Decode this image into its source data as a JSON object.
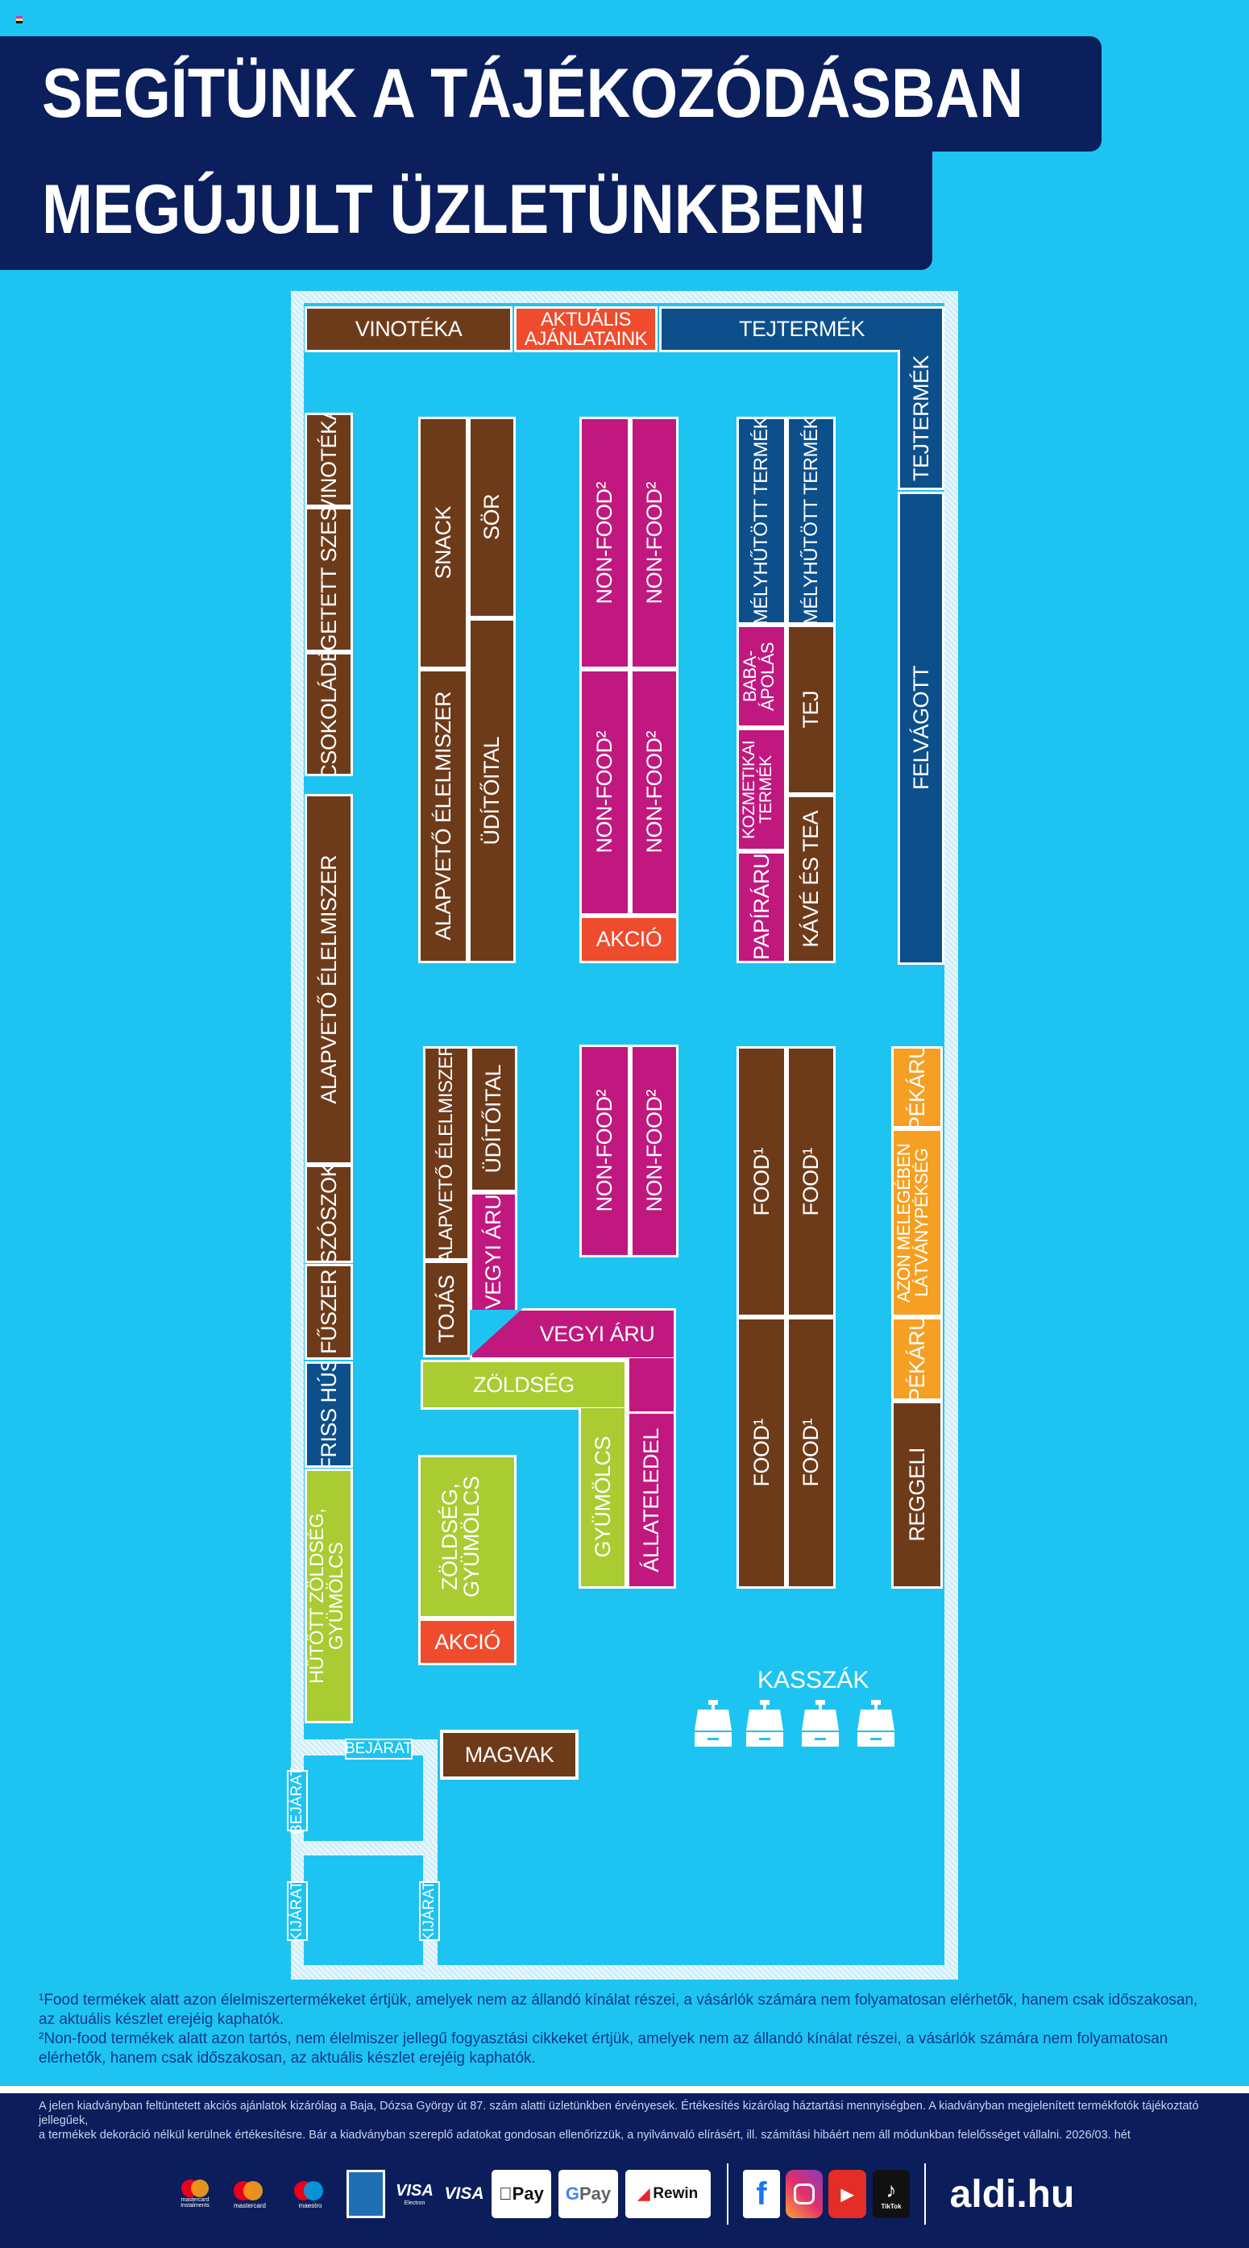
{
  "header": {
    "line1": "SEGÍTÜNK A TÁJÉKOZÓDÁSBAN",
    "line2": "MEGÚJULT ÜZLETÜNKBEN!"
  },
  "colors": {
    "background": "#1ec4f1",
    "navy": "#0a1f5c",
    "brown": "#6e3b1a",
    "magenta": "#c0187f",
    "blue": "#0d4f8b",
    "green": "#a8cc32",
    "orange": "#f5a023",
    "red": "#ef4b2d"
  },
  "map": {
    "top": {
      "vinoteka": "VINOTÉKA",
      "aktualis": "AKTUÁLIS AJÁNLATAINK",
      "tejtermek": "TEJTERMÉK"
    },
    "right": {
      "tejtermek": "TEJTERMÉK",
      "felvagott": "FELVÁGOTT"
    },
    "left": [
      "VINOTÉKA",
      "ÉGETETT SZESZ",
      "CSOKOLÁDÉ",
      "ALAPVETŐ ÉLELMISZER",
      "SZÓSZOK",
      "FŰSZER",
      "FRISS HÚS",
      "HŰTÖTT ZÖLDSÉG, GYÜMÖLCS"
    ],
    "col2_top": {
      "snack": "SNACK",
      "alapveto": "ALAPVETŐ ÉLELMISZER",
      "sor": "SÖR",
      "uditoital": "ÜDÍTŐITAL"
    },
    "col3_top": {
      "nonfood": "NON-FOOD²",
      "akcio": "AKCIÓ"
    },
    "col4_top": {
      "melyhutott": "MÉLYHŰTÖTT TERMÉK",
      "babaapolas": "BABA-ÁPOLÁS",
      "kozmetikai": "KOZMETIKAI TERMÉK",
      "papiraru": "PAPÍRÁRU",
      "tej": "TEJ",
      "kave": "KÁVÉ ÉS TEA"
    },
    "col2_bottom": {
      "alapveto": "ALAPVETŐ ÉLELMISZER",
      "uditoital": "ÜDÍTŐITAL",
      "tojas": "TOJÁS",
      "vegyi": "VEGYI ÁRU",
      "zoldseg": "ZÖLDSÉG",
      "gyumolcs": "GYÜMÖLCS",
      "allateledel": "ÁLLATELEDEL",
      "zoldseg_gyumolcs": "ZÖLDSÉG, GYÜMÖLCS",
      "akcio": "AKCIÓ"
    },
    "col3_bottom": {
      "nonfood": "NON-FOOD²"
    },
    "food": "FOOD¹",
    "bakery": {
      "pekaru": "PÉKÁRU",
      "latvanypekseg": "AZON MELEGÉBEN LÁTVÁNYPÉKSÉG",
      "reggeli": "REGGELI"
    },
    "kasszak": "KASSZÁK",
    "magvak": "MAGVAK",
    "bejarat": "BEJÁRAT",
    "kijarat": "KIJÁRAT"
  },
  "footnotes": [
    "¹Food termékek alatt azon élelmiszertermékeket értjük, amelyek nem az állandó kínálat részei, a vásárlók számára nem folyamatosan elérhetők, hanem csak időszakosan, az aktuális készlet erejéig kaphatók.",
    "²Non-food termékek alatt azon tartós, nem élelmiszer jellegű fogyasztási cikkeket értjük, amelyek nem az állandó kínálat részei, a vásárlók számára nem folyamatosan elérhetők, hanem csak időszakosan, az aktuális készlet erejéig kaphatók."
  ],
  "footer": {
    "disclaimer": [
      "A jelen kiadványban feltüntetett akciós ajánlatok kizárólag a Baja, Dózsa György út 87. szám alatti üzletünkben érvényesek. Értékesítés kizárólag háztartási mennyiségben. A kiadványban megjelenített termékfotók tájékoztató jellegűek,",
      "a termékek dekoráció nélkül kerülnek értékesítésre. Bár a kiadványban szereplő adatokat gondosan ellenőrizzük, a nyilvánvaló elírásért, ill. számítási hibáért nem áll módunkban felelősséget vállalni. 2026/03. hét"
    ],
    "payments": {
      "mastercard": "mastercard",
      "installments": "Instalments",
      "maestro": "maestro",
      "visa_electron": "VISA",
      "electron": "Electron",
      "visa": "VISA",
      "applepay": "Pay",
      "gpay": "Pay",
      "rewin": "Rewin"
    },
    "social": {
      "tiktok": "TikTok"
    },
    "website": "aldi.hu"
  }
}
